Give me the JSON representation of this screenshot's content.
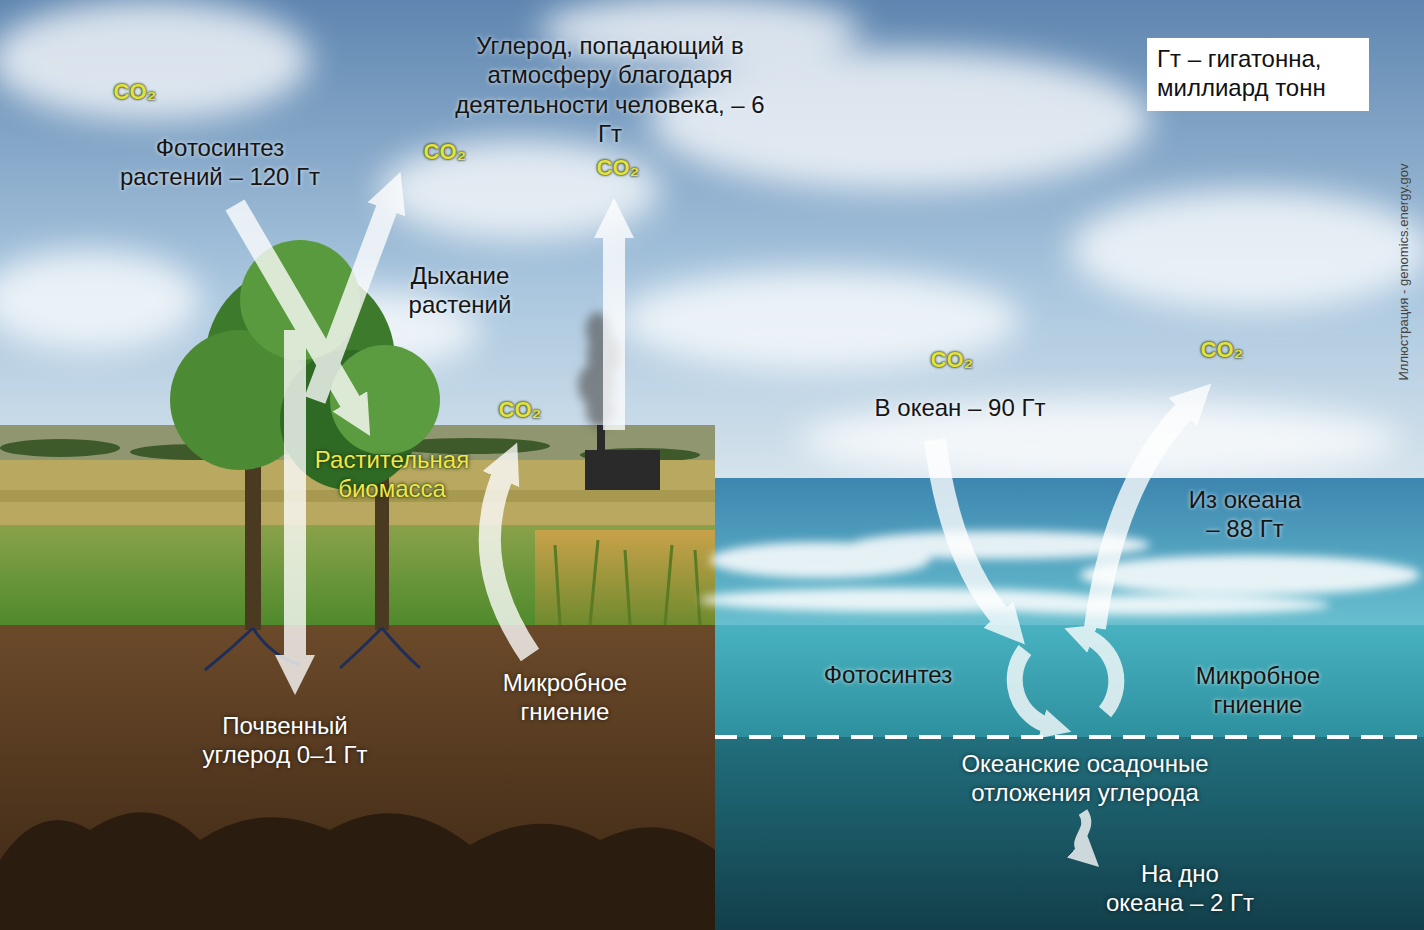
{
  "diagram": {
    "nodes": [
      {
        "text": [
          "Гт – гигатонна, миллиард тонн"
        ]
      }
    ],
    "labels": [
      "CO₂",
      "Фотосинтез растений – 120 Гт",
      "Углерод, попадающий в атмосферу благодаря деятельности человека, – 6 Гт",
      "CO₂",
      "CO₂",
      "Дыхание растений",
      "Растительная биомасса",
      "CO₂",
      "Почвенный углерод 0–1 Гт",
      "Микробное гниение",
      "CO₂",
      "В океан – 90 Гт",
      "CO₂",
      "Из океана – 88 Гт",
      "Фотосинтез",
      "Микробное гниение",
      "Океанские осадочные отложения углерода",
      "На дно океана – 2 Гт",
      "Иллюстрация - genomics.energy.gov"
    ]
  }
}
